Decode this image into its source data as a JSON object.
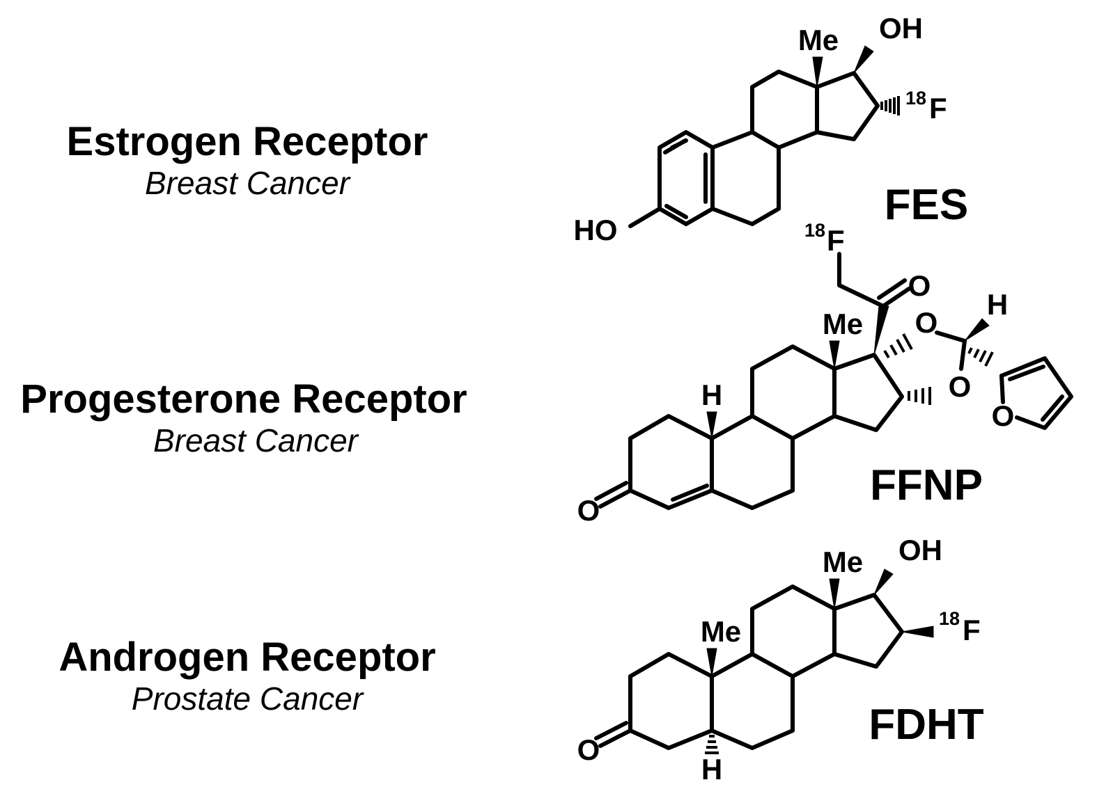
{
  "rows": [
    {
      "receptor": "Estrogen Receptor",
      "cancer": "Breast Cancer",
      "compound": "FES"
    },
    {
      "receptor": "Progesterone Receptor",
      "cancer": "Breast Cancer",
      "compound": "FFNP"
    },
    {
      "receptor": "Androgen Receptor",
      "cancer": "Prostate Cancer",
      "compound": "FDHT"
    }
  ],
  "atoms": {
    "methyl": "Me",
    "hydroxyl": "OH",
    "phenol": "HO",
    "fluorine": "F",
    "isotope": "18",
    "oxygen": "O",
    "hydrogen": "H"
  }
}
